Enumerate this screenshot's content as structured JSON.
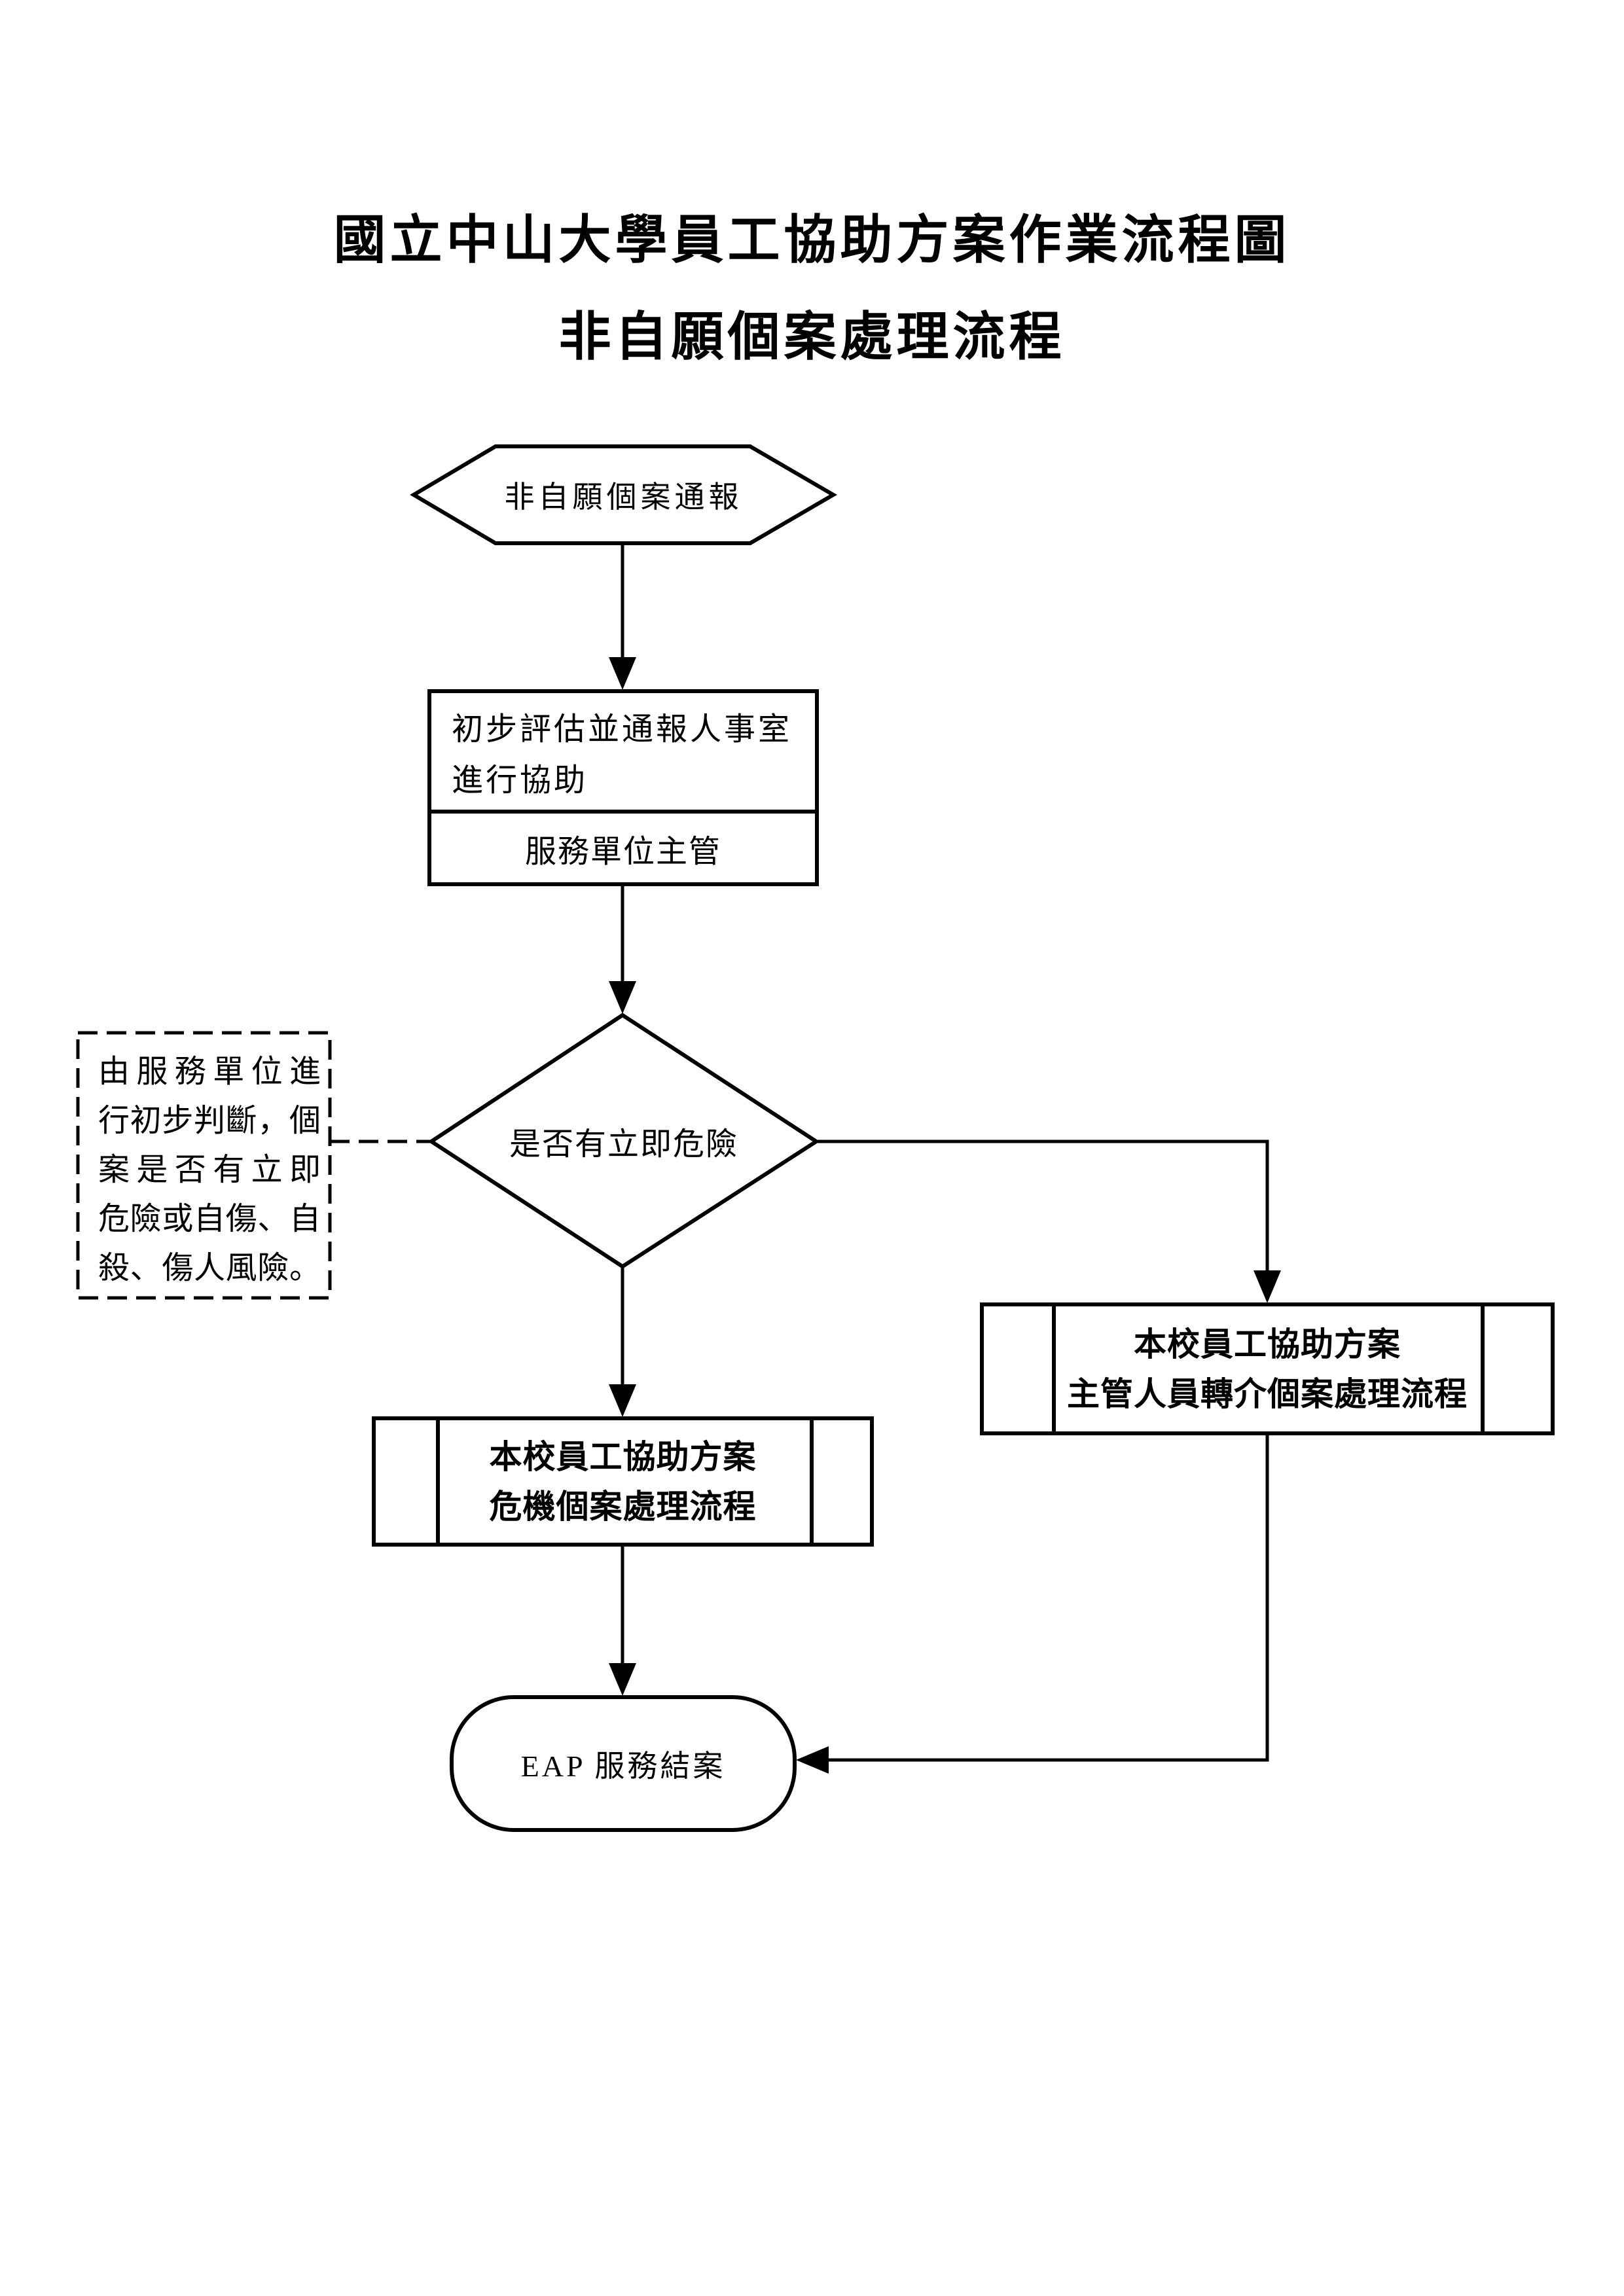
{
  "page": {
    "title_line1": "國立中山大學員工協助方案作業流程圖",
    "title_line2": "非自願個案處理流程"
  },
  "flowchart": {
    "start": {
      "label": "非自願個案通報"
    },
    "process": {
      "action_lines": [
        "初步評估並通報人事室",
        "進行協助"
      ],
      "owner": "服務單位主管"
    },
    "decision": {
      "label": "是否有立即危險"
    },
    "note": {
      "lines": [
        "由服務單位進",
        "行初步判斷，個",
        "案是否有立即",
        "危險或自傷、自",
        "殺、傷人風險。"
      ]
    },
    "referral_subprocess": {
      "lines": [
        "本校員工協助方案",
        "主管人員轉介個案處理流程"
      ]
    },
    "crisis_subprocess": {
      "lines": [
        "本校員工協助方案",
        "危機個案處理流程"
      ]
    },
    "end": {
      "label": "EAP 服務結案"
    }
  },
  "colors": {
    "ink": "#000000",
    "background": "#ffffff"
  }
}
